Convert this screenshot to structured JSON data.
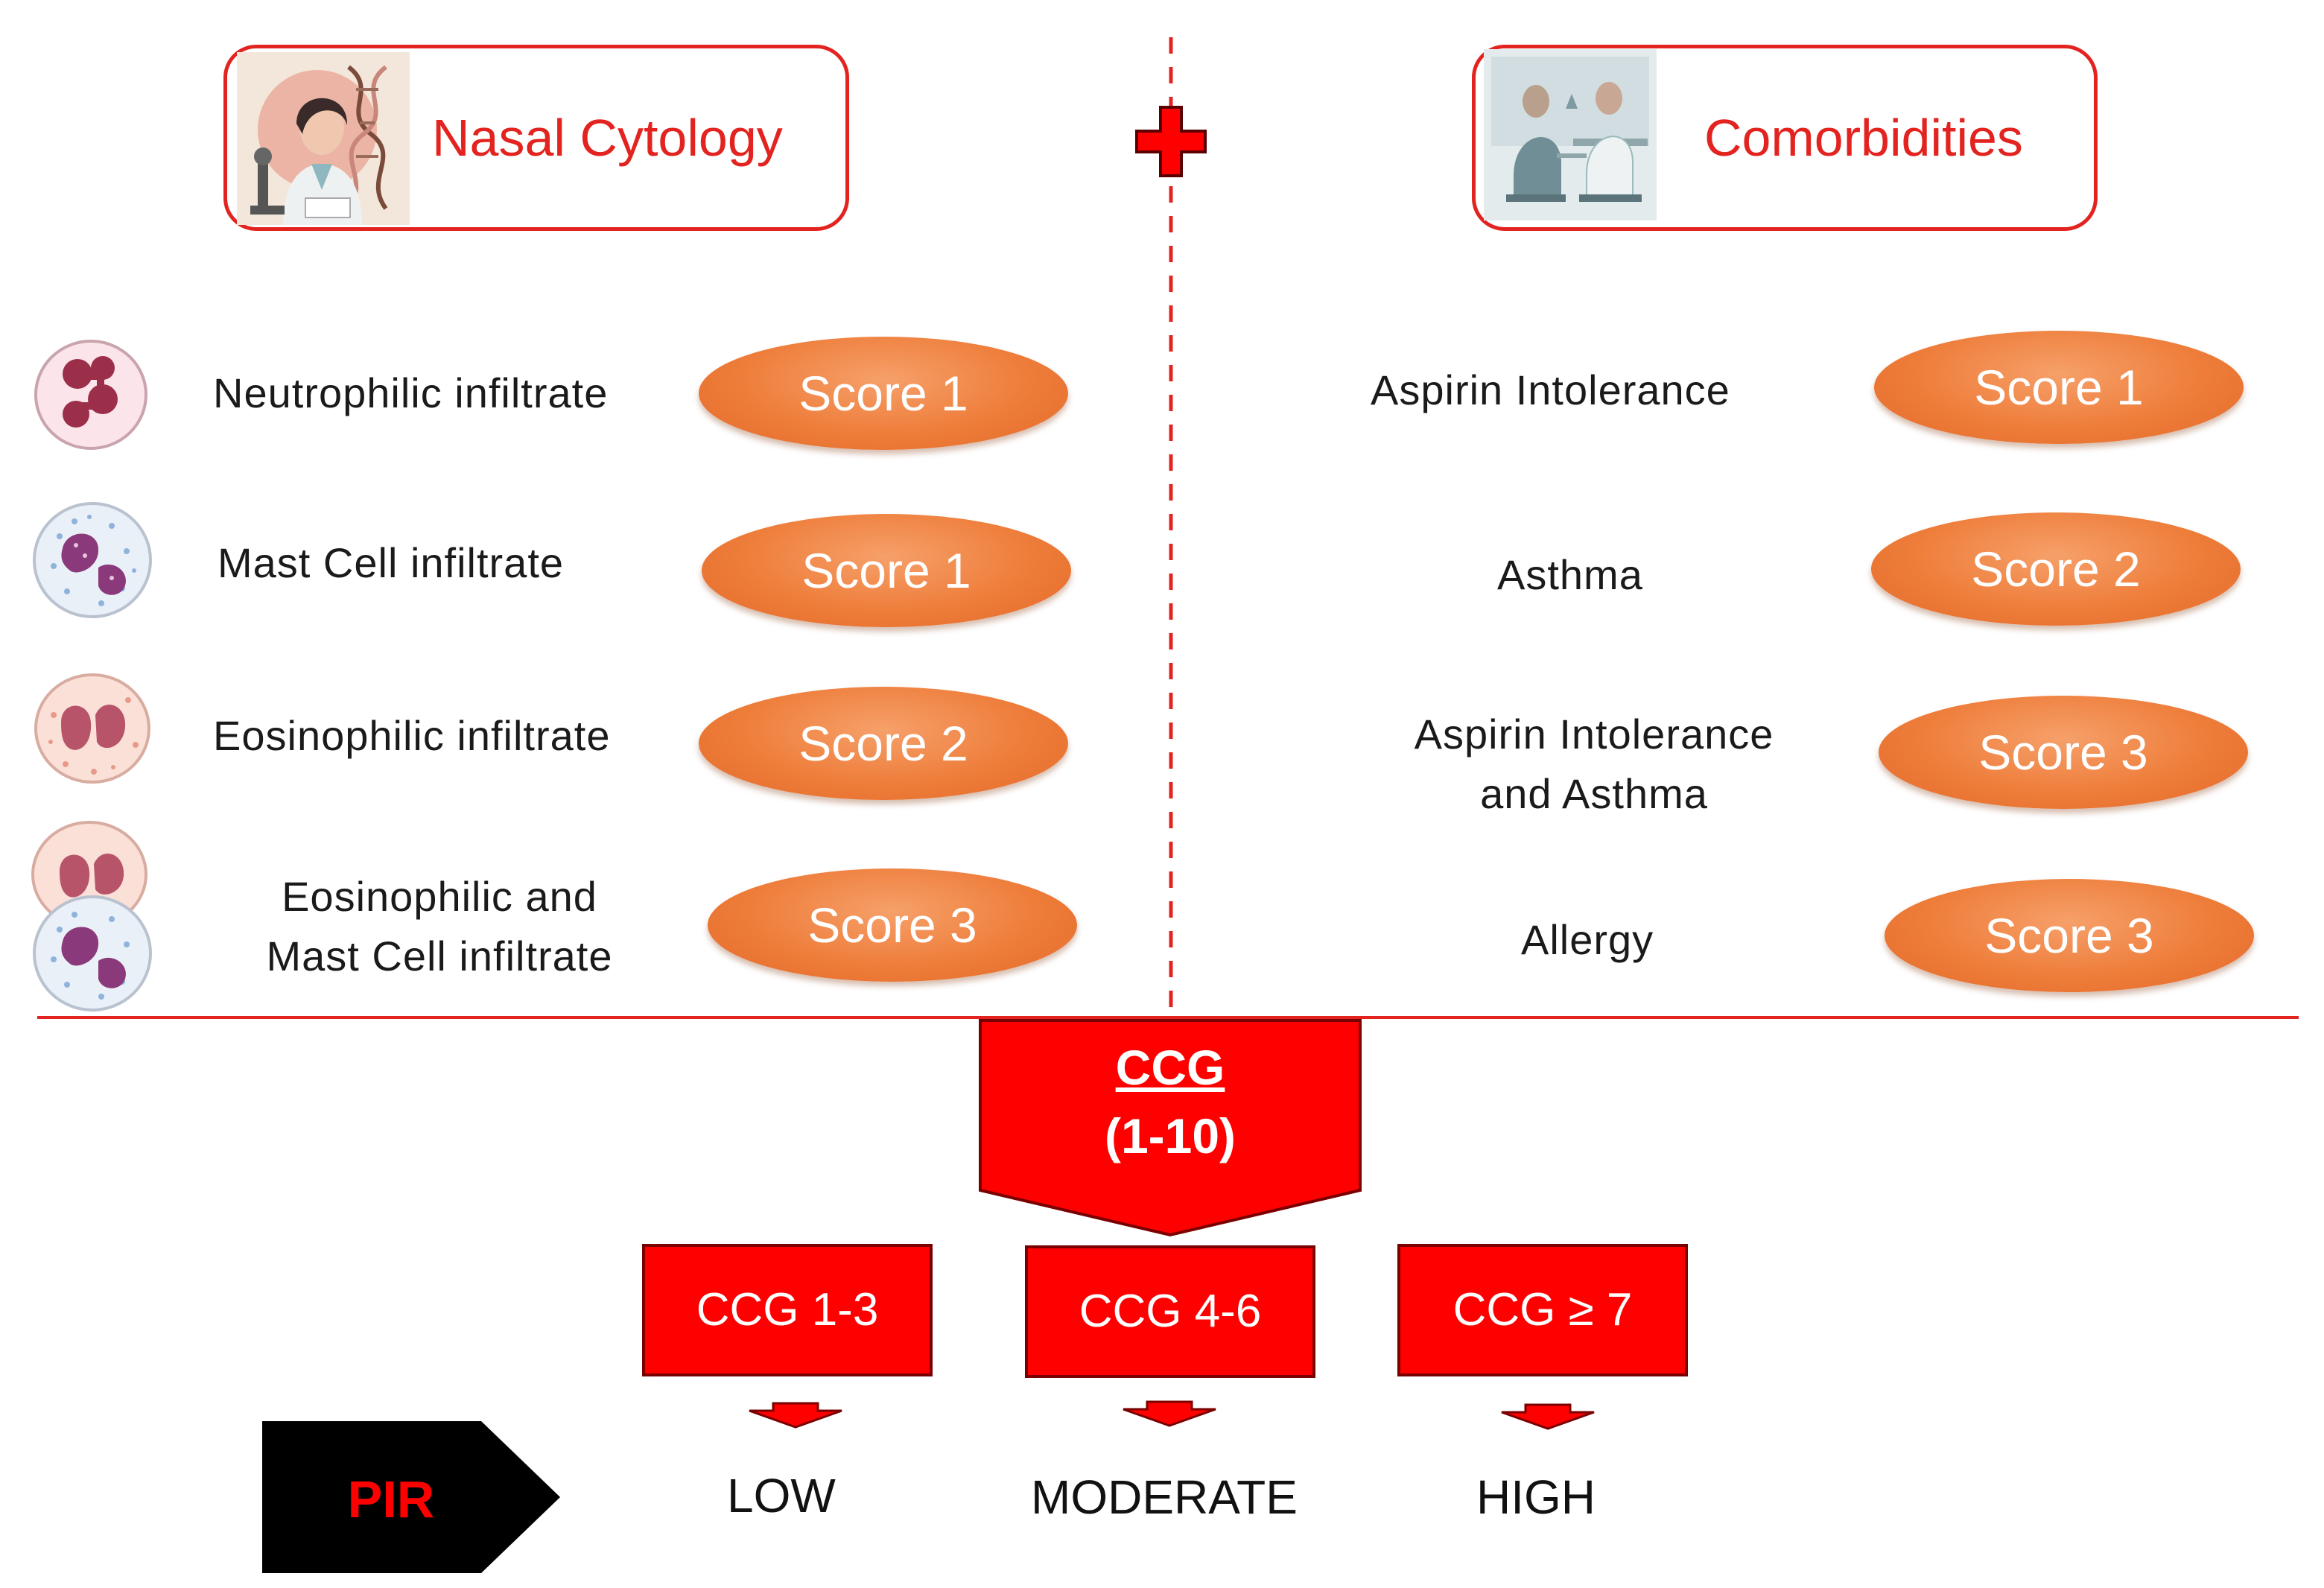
{
  "header": {
    "left_title": "Nasal Cytology",
    "right_title": "Comorbidities"
  },
  "left_items": [
    {
      "label": "Neutrophilic infiltrate",
      "score": "Score 1"
    },
    {
      "label": "Mast Cell infiltrate",
      "score": "Score 1"
    },
    {
      "label": "Eosinophilic infiltrate",
      "score": "Score 2"
    },
    {
      "label_line1": "Eosinophilic and",
      "label_line2": "Mast Cell infiltrate",
      "score": "Score 3"
    }
  ],
  "right_items": [
    {
      "label": "Aspirin Intolerance",
      "score": "Score 1"
    },
    {
      "label": "Asthma",
      "score": "Score 2"
    },
    {
      "label_line1": "Aspirin Intolerance",
      "label_line2": "and Asthma",
      "score": "Score 3"
    },
    {
      "label": "Allergy",
      "score": "Score 3"
    }
  ],
  "ccg": {
    "title": "CCG",
    "range": "(1-10)"
  },
  "groups": [
    {
      "label": "CCG 1-3",
      "level": "LOW"
    },
    {
      "label": "CCG 4-6",
      "level": "MODERATE"
    },
    {
      "label": "CCG ≥ 7",
      "level": "HIGH"
    }
  ],
  "pir": {
    "label": "PIR"
  },
  "icons": {
    "plus": "red-plus-icon",
    "cytology": "doctor-microscope-dna-illustration",
    "comorbidities": "doctor-patient-consultation-illustration",
    "neutrophil": "neutrophil-cell-icon",
    "mast_cell": "mast-cell-icon",
    "eosinophil": "eosinophil-cell-icon"
  },
  "colors": {
    "accent_red": "#e3231f",
    "box_red": "#ff0000",
    "pill_orange": "#ee7d3a",
    "pir_text": "#ff0000"
  }
}
